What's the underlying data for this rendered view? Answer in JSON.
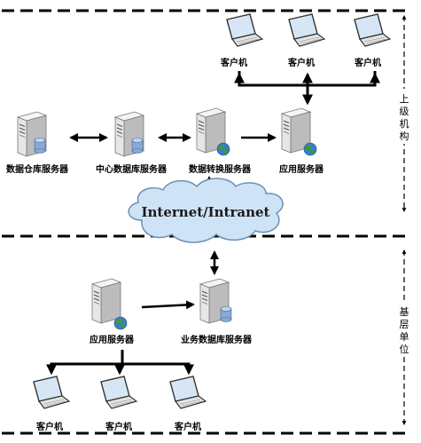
{
  "upper_section": {
    "label_chars": [
      "上",
      "级",
      "机",
      "构"
    ],
    "clients": [
      "客户机",
      "客户机",
      "客户机"
    ],
    "servers": {
      "data_warehouse": "数据仓库服务器",
      "central_db": "中心数据库服务器",
      "data_conversion": "数据转换服务器",
      "application": "应用服务器"
    }
  },
  "network": {
    "label": "Internet/Intranet"
  },
  "lower_section": {
    "label_chars": [
      "基",
      "层",
      "单",
      "位"
    ],
    "servers": {
      "application": "应用服务器",
      "business_db": "业务数据库服务器"
    },
    "clients": [
      "客户机",
      "客户机",
      "客户机"
    ]
  },
  "colors": {
    "cloud_fill": "#cfe3f7",
    "cloud_stroke": "#6c8fb5",
    "server_body": "#e6e6e6",
    "db_badge": "#8aa9d6",
    "globe_badge": "#3b7d2f",
    "laptop_screen": "#d6e6f5"
  }
}
